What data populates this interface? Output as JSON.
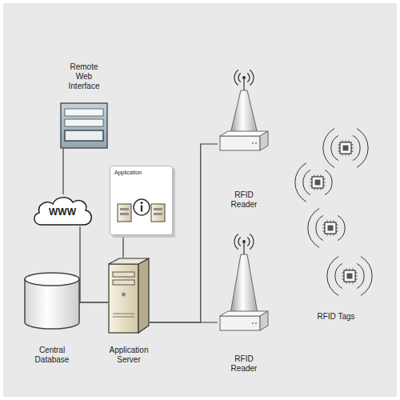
{
  "diagram": {
    "nodes": [
      {
        "text": [
          "Remote Web Interface"
        ]
      },
      {
        "text": [
          "WWW"
        ]
      },
      {
        "text": [
          "Application"
        ]
      },
      {
        "text": [
          "Central Database"
        ]
      },
      {
        "text": [
          "Application Server"
        ]
      },
      {
        "text": [
          "RFID Reader"
        ]
      },
      {
        "text": [
          "RFID Reader"
        ]
      },
      {
        "text": [
          "RFID Tags"
        ]
      }
    ],
    "edges": [
      {
        "from": 0,
        "to": 1,
        "arrow": "none"
      },
      {
        "from": 1,
        "to": 4,
        "arrow": "none"
      },
      {
        "from": 3,
        "to": 4,
        "arrow": "none"
      },
      {
        "from": 2,
        "to": 4,
        "arrow": "none"
      },
      {
        "from": 4,
        "to": 5,
        "arrow": "none"
      },
      {
        "from": 4,
        "to": 6,
        "arrow": "none"
      }
    ]
  }
}
